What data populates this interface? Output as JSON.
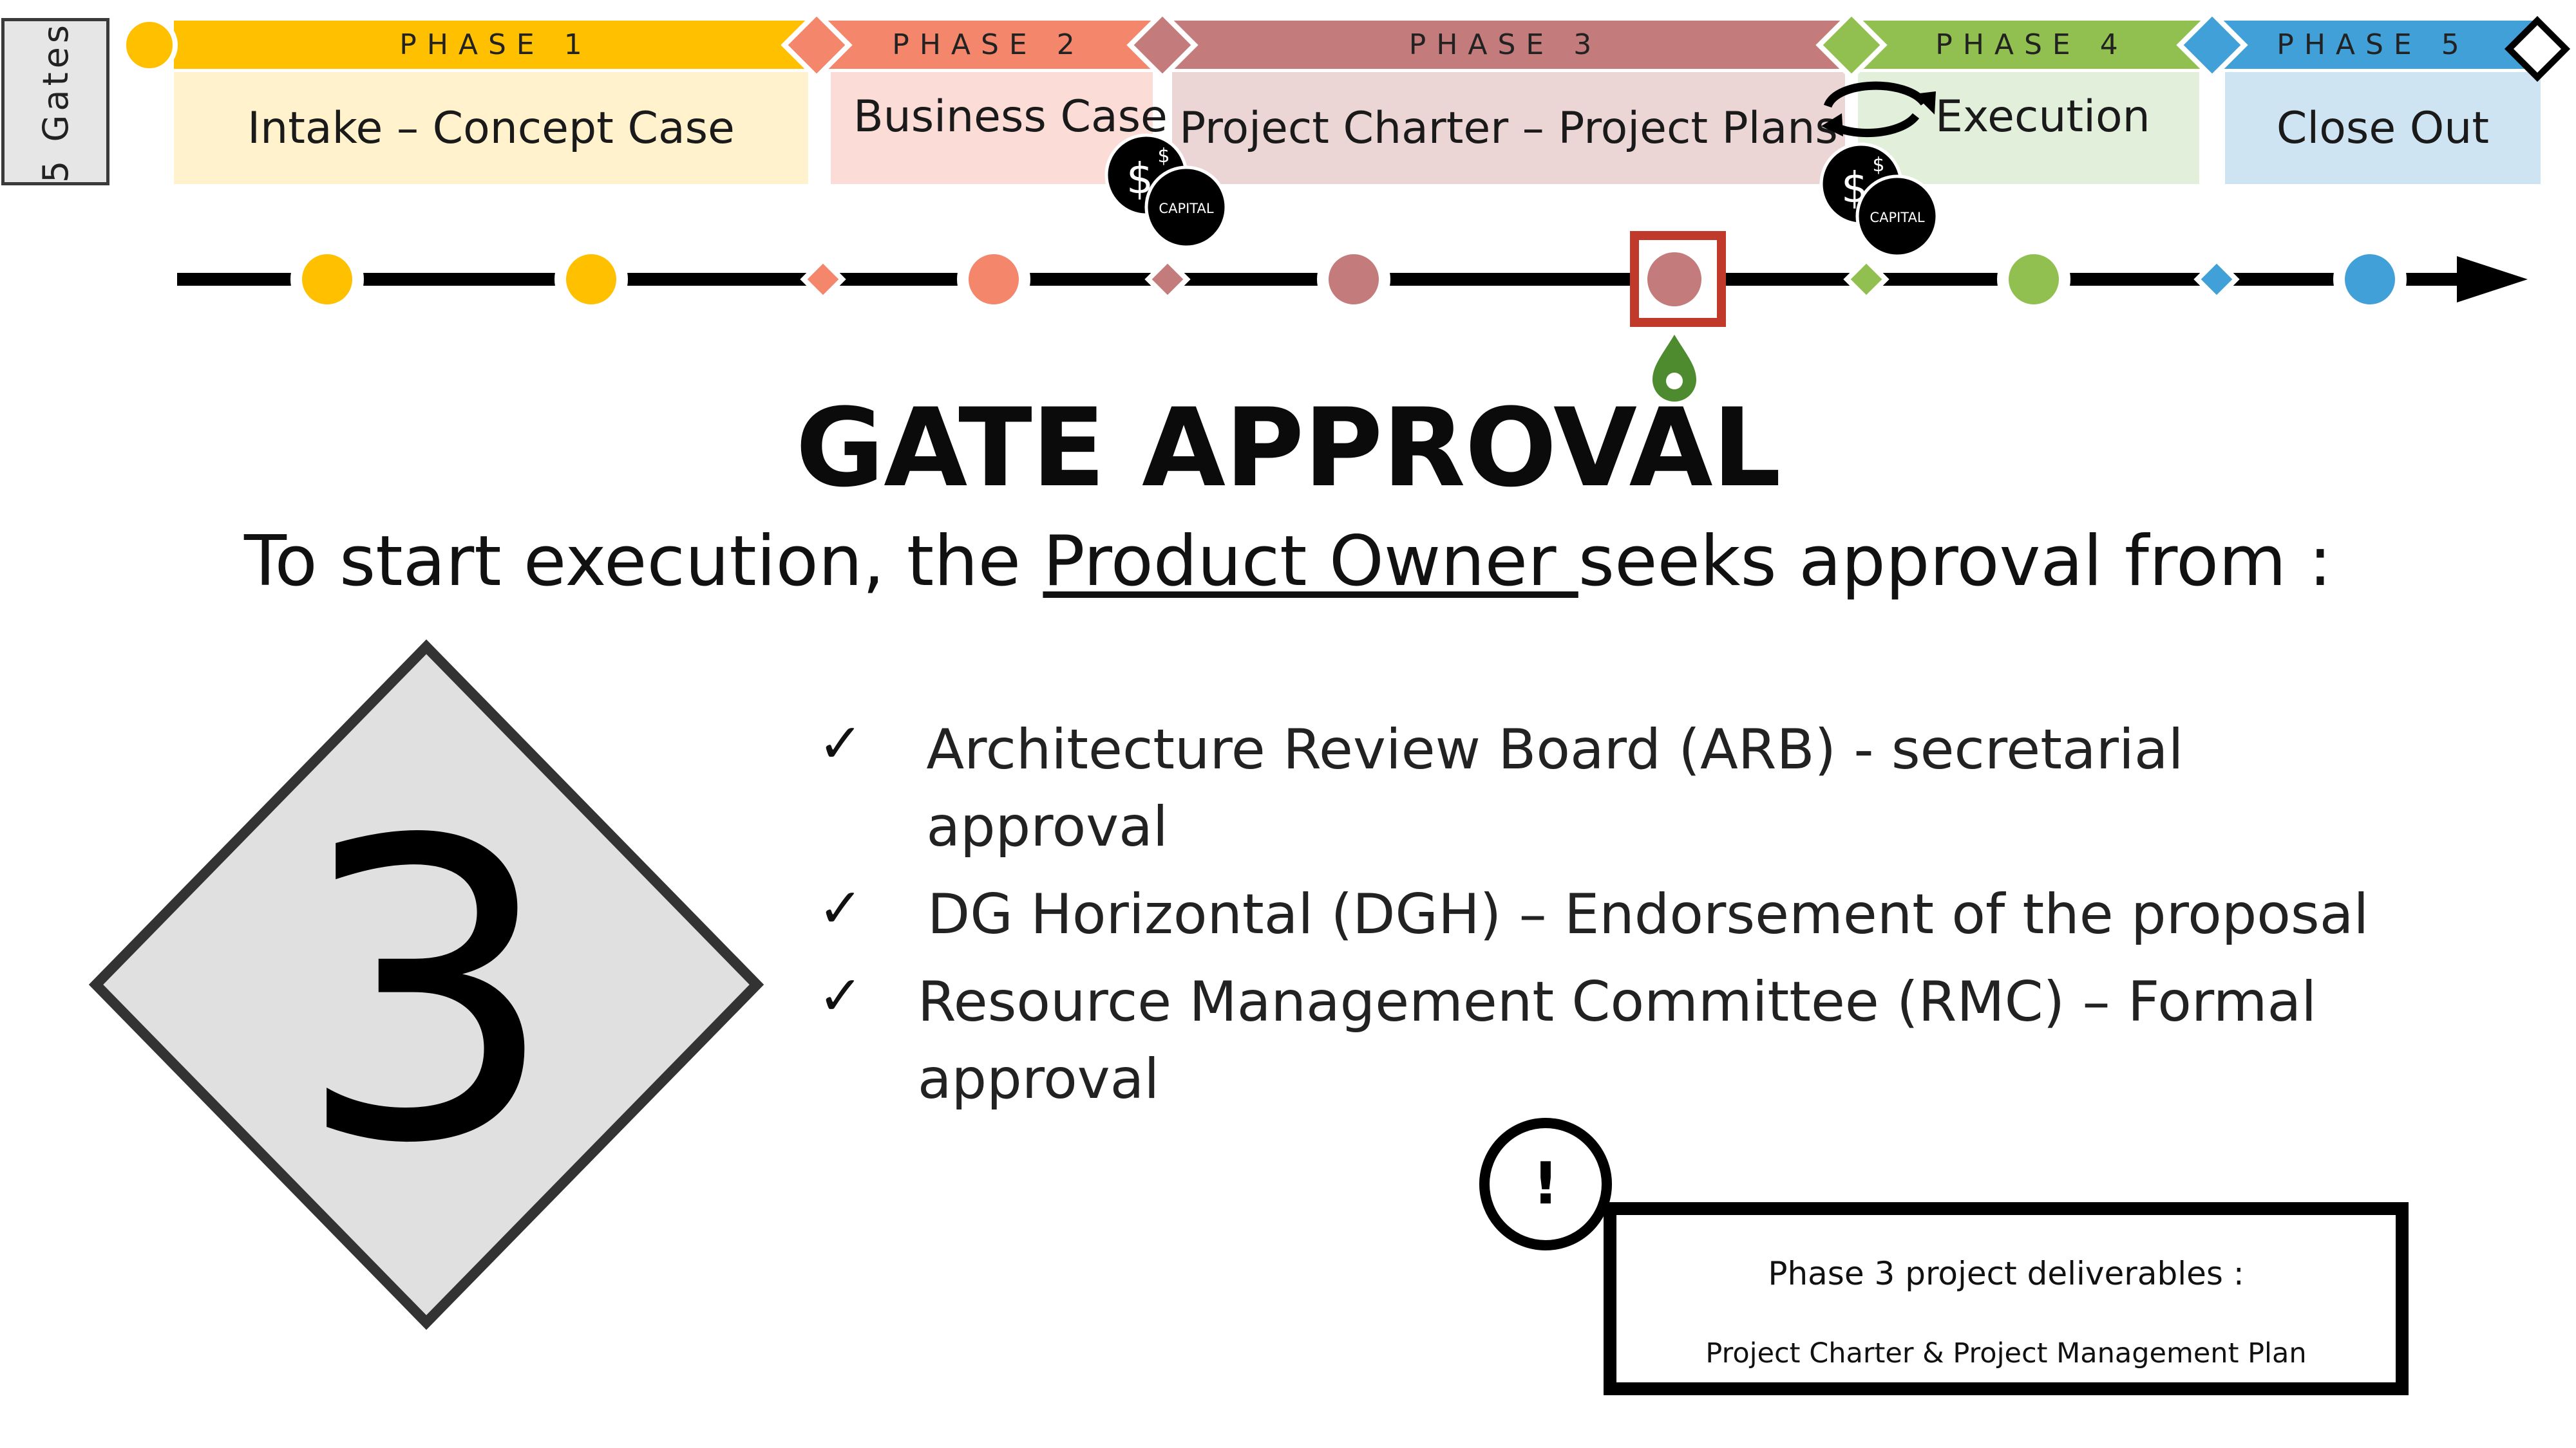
{
  "gates_label": "5 Gates",
  "phases": [
    {
      "title": "PHASE 1",
      "label": "Intake – Concept Case",
      "bar_color": "#FFC000",
      "box_color": "#FFF2CC"
    },
    {
      "title": "PHASE 2",
      "label": "Business Case",
      "bar_color": "#F4866B",
      "box_color": "#FCDCD7"
    },
    {
      "title": "PHASE 3",
      "label": "Project Charter – Project Plans",
      "bar_color": "#C47B7B",
      "box_color": "#EBD5D5"
    },
    {
      "title": "PHASE 4",
      "label": "Execution",
      "bar_color": "#92C050",
      "box_color": "#E2EFDA"
    },
    {
      "title": "PHASE 5",
      "label": "Close Out",
      "bar_color": "#41A0D8",
      "box_color": "#CFE4F3"
    }
  ],
  "capital_badge": {
    "symbol": "$",
    "label": "CAPITAL"
  },
  "current_gate_highlight": "#C0392B",
  "title": "GATE APPROVAL",
  "subtitle": {
    "before": "To start execution, the ",
    "owner": "Product Owner ",
    "after": "seeks approval from :"
  },
  "gate_number": "3",
  "approvals": [
    "Architecture Review Board (ARB) - secretarial approval",
    "DG Horizontal (DGH) – Endorsement of the proposal",
    "Resource Management Committee (RMC) – Formal approval"
  ],
  "notice_icon": "!",
  "deliverables": {
    "heading": "Phase 3 project deliverables :",
    "items": "Project Charter & Project Management Plan"
  }
}
